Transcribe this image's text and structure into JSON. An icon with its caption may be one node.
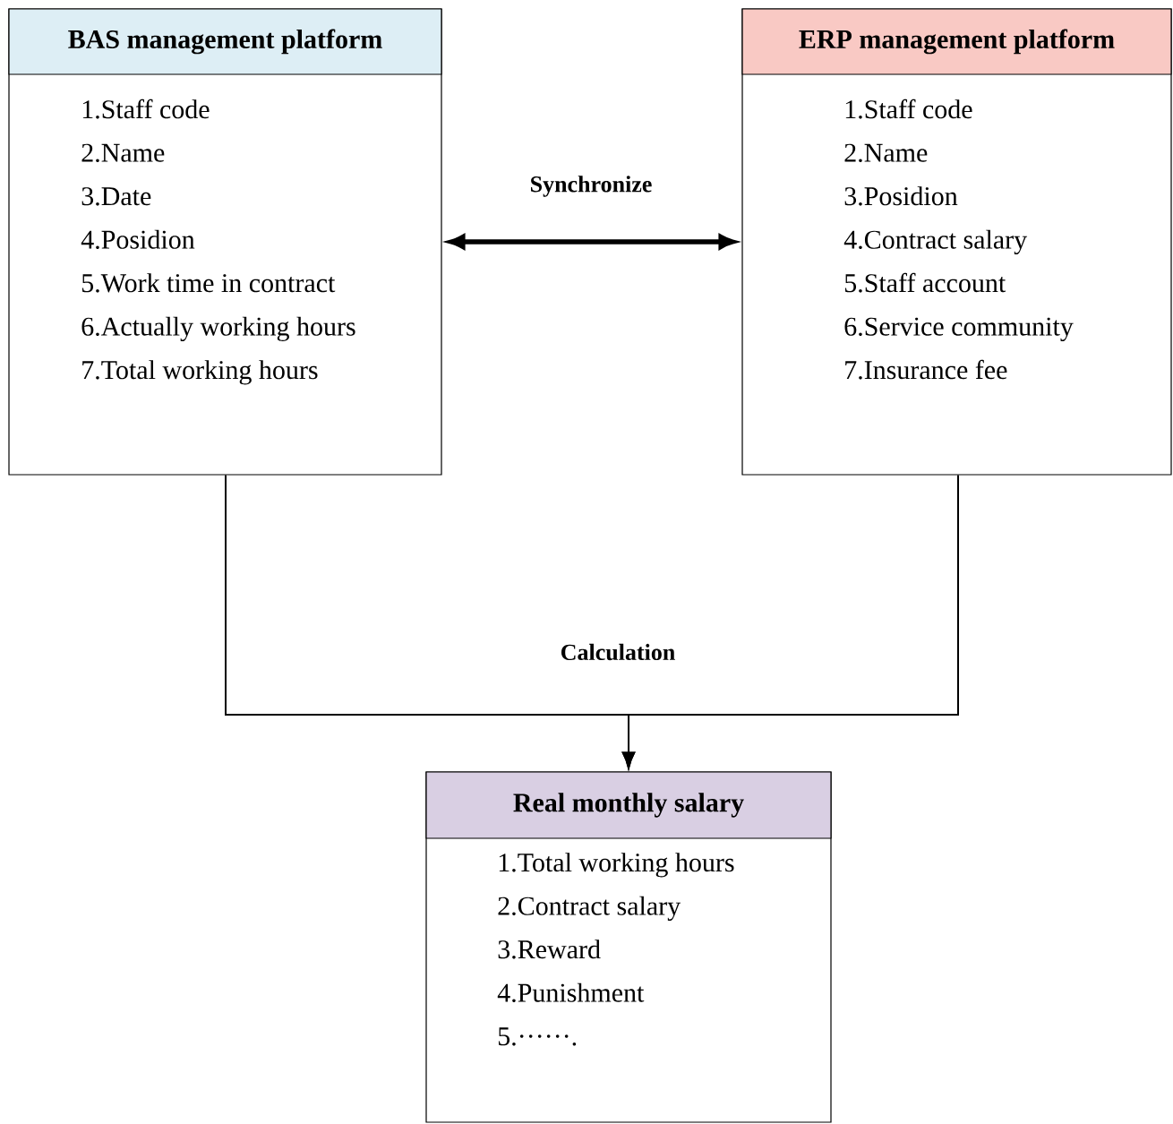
{
  "diagram": {
    "nodes": [
      {
        "text": [
          "BAS management platform",
          "1.Staff code",
          "2.Name",
          "3.Date",
          "4.Posidion",
          "5.Work time in contract",
          "6.Actually working hours",
          "7.Total working hours"
        ]
      },
      {
        "text": [
          "ERP management platform",
          "1.Staff code",
          "2.Name",
          "3.Posidion",
          "4.Contract salary",
          "5.Staff account",
          "6.Service community",
          "7.Insurance fee"
        ]
      },
      {
        "text": [
          "Real monthly salary",
          "1.Total working hours",
          "2.Contract salary",
          "3.Reward",
          "4.Punishment",
          "5.······."
        ]
      }
    ],
    "edges": [
      {
        "from": 0,
        "to": 1,
        "arrow": "both",
        "label": "Synchronize",
        "style": "thick"
      },
      {
        "from": 0,
        "to": 2,
        "arrow": "to",
        "label": "Calculation"
      },
      {
        "from": 1,
        "to": 2,
        "arrow": "to"
      }
    ]
  }
}
